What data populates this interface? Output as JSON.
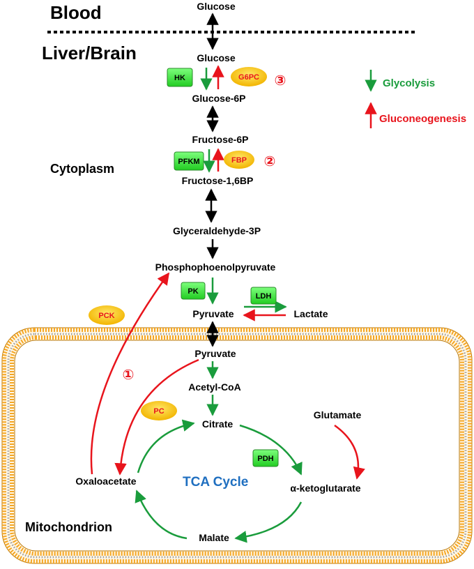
{
  "compartments": {
    "blood": "Blood",
    "liver_brain": "Liver/Brain",
    "cytoplasm": "Cytoplasm",
    "mitochondrion": "Mitochondrion",
    "tca_cycle": "TCA Cycle"
  },
  "metabolites": {
    "glucose_blood": "Glucose",
    "glucose": "Glucose",
    "glucose_6p": "Glucose-6P",
    "fructose_6p": "Fructose-6P",
    "fructose_16bp": "Fructose-1,6BP",
    "glyceraldehyde_3p": "Glyceraldehyde-3P",
    "pep": "Phosphophoenolpyruvate",
    "pyruvate": "Pyruvate",
    "lactate": "Lactate",
    "pyruvate_mito": "Pyruvate",
    "acetyl_coa": "Acetyl-CoA",
    "citrate": "Citrate",
    "glutamate": "Glutamate",
    "oxaloacetate": "Oxaloacetate",
    "akg": "α-ketoglutarate",
    "malate": "Malate"
  },
  "enzymes": {
    "hk": "HK",
    "g6pc": "G6PC",
    "pfkm": "PFKM",
    "fbp": "FBP",
    "pk": "PK",
    "ldh": "LDH",
    "pck": "PCK",
    "pc": "PC",
    "pdh": "PDH"
  },
  "markers": {
    "g6pc_step": "③",
    "fbp_step": "②",
    "pc_step": "①"
  },
  "legend": {
    "glycolysis": "Glycolysis",
    "gluconeogenesis": "Gluconeogenesis"
  },
  "colors": {
    "glycolysis": "#1a9c3c",
    "gluconeogenesis": "#e8141c",
    "black_arrow": "#000000",
    "enzyme_green_fill": "#33ee33",
    "enzyme_yellow_fill": "#ffcc00",
    "tca_text": "#1f6fc0",
    "membrane": "#f5a623"
  }
}
